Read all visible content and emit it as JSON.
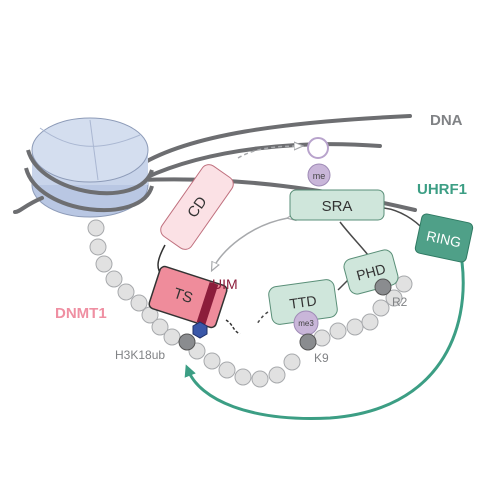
{
  "labels": {
    "dna": "DNA",
    "uhrf1": "UHRF1",
    "dnmt1": "DNMT1",
    "cd": "CD",
    "ts": "TS",
    "uim": "UIM",
    "sra": "SRA",
    "ring": "RING",
    "phd": "PHD",
    "ttd": "TTD",
    "me": "me",
    "me3": "me3",
    "r2": "R2",
    "k9": "K9",
    "h3k18ub": "H3K18ub"
  },
  "colors": {
    "dna": "#6d6e71",
    "dna_label": "#808285",
    "uhrf1": "#3c9e84",
    "dnmt1": "#ef8fa2",
    "uim": "#8c1d3b",
    "nucleosome": "#c8d4ea",
    "nucleosome_edge": "#8d9bb8",
    "bead": "#e1e1e1",
    "bead_edge": "#a7a9ac",
    "uhrf1_domain": "#cfe6db",
    "uhrf1_domain_edge": "#5a8f78",
    "ring": "#4fa088",
    "cd": "#fbe1e5",
    "ts": "#ef8c9b",
    "me": "#c9b6d9",
    "arrow": "#a7a9ac"
  }
}
